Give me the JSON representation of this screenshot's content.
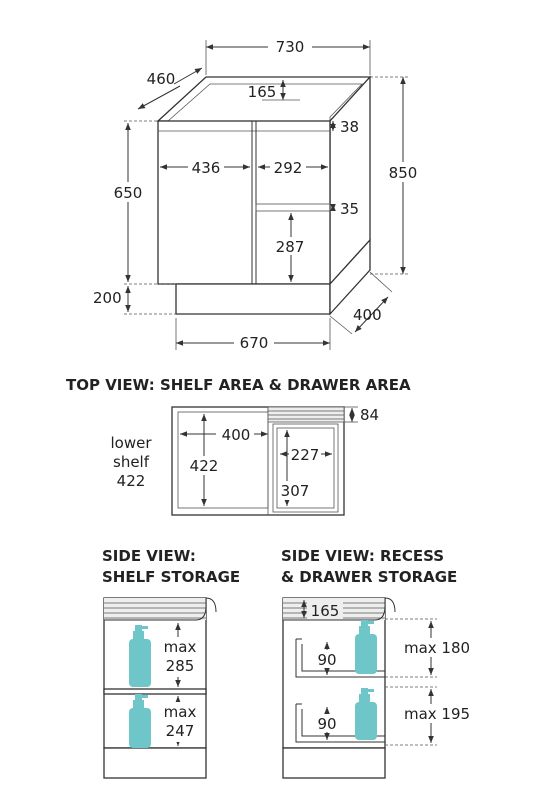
{
  "main_view": {
    "width": "730",
    "depth": "460",
    "recess": "165",
    "top_rail": "38",
    "height": "850",
    "door_height": "650",
    "door_width": "436",
    "drawer_width": "292",
    "drawer_gap": "35",
    "drawer_height": "287",
    "plinth": "200",
    "base_depth": "400",
    "base_width": "670"
  },
  "top_view": {
    "heading": "TOP VIEW: SHELF AREA & DRAWER AREA",
    "shelf_width": "400",
    "back_gap": "84",
    "lower_label_1": "lower",
    "lower_label_2": "shelf",
    "lower_value": "422",
    "shelf_depth": "422",
    "drawer_inner_width": "227",
    "drawer_inner_depth": "307"
  },
  "side_shelf": {
    "heading_1": "SIDE VIEW:",
    "heading_2": "SHELF STORAGE",
    "upper_max": "max",
    "upper_value": "285",
    "lower_max": "max",
    "lower_value": "247"
  },
  "side_drawer": {
    "heading_1": "SIDE VIEW: RECESS",
    "heading_2": "& DRAWER STORAGE",
    "recess": "165",
    "drawer1_height": "90",
    "drawer2_height": "90",
    "upper_max": "max 180",
    "lower_max": "max 195"
  },
  "colors": {
    "bottle": "#6ec6c8",
    "line": "#333333"
  }
}
